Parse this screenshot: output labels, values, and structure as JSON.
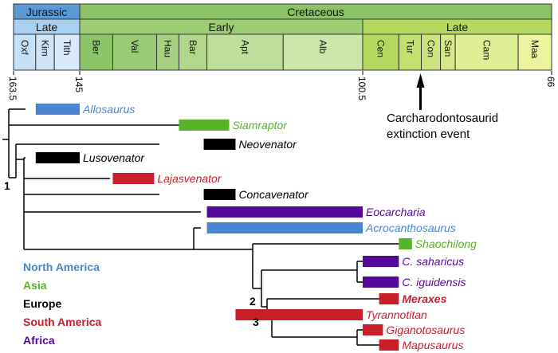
{
  "figure": {
    "time_scale": {
      "unit": "Ma",
      "periods": [
        {
          "label": "Jurassic",
          "start": 163.5,
          "end": 145,
          "color": "#5b9bd5"
        },
        {
          "label": "Cretaceous",
          "start": 145,
          "end": 66,
          "color": "#8cc268"
        }
      ],
      "epochs": [
        {
          "label": "Late",
          "start": 163.5,
          "end": 145,
          "color": "#a9d0f0"
        },
        {
          "label": "Early",
          "start": 145,
          "end": 100.5,
          "color": "#9ccd72"
        },
        {
          "label": "Late",
          "start": 100.5,
          "end": 66,
          "color": "#b5d95e"
        }
      ],
      "stages": [
        {
          "label": "Oxf",
          "start": 163.5,
          "end": 157.3,
          "color": "#c6e0f5"
        },
        {
          "label": "Kim",
          "start": 157.3,
          "end": 152.1,
          "color": "#cfe5f7"
        },
        {
          "label": "Tith",
          "start": 152.1,
          "end": 145,
          "color": "#d9ebfa"
        },
        {
          "label": "Ber",
          "start": 145,
          "end": 139.8,
          "color": "#8cc46a"
        },
        {
          "label": "Val",
          "start": 139.8,
          "end": 132.9,
          "color": "#99cb76"
        },
        {
          "label": "Hau",
          "start": 132.9,
          "end": 129.4,
          "color": "#a6d182"
        },
        {
          "label": "Bar",
          "start": 129.4,
          "end": 125,
          "color": "#b1d78d"
        },
        {
          "label": "Apt",
          "start": 125,
          "end": 113,
          "color": "#bddf9b"
        },
        {
          "label": "Alb",
          "start": 113,
          "end": 100.5,
          "color": "#cce6ab"
        },
        {
          "label": "Cen",
          "start": 100.5,
          "end": 93.9,
          "color": "#b5d95e"
        },
        {
          "label": "Tur",
          "start": 93.9,
          "end": 89.8,
          "color": "#c2df70"
        },
        {
          "label": "Con",
          "start": 89.8,
          "end": 86.3,
          "color": "#cde47e"
        },
        {
          "label": "San",
          "start": 86.3,
          "end": 83.6,
          "color": "#d5e88a"
        },
        {
          "label": "Cam",
          "start": 83.6,
          "end": 72.1,
          "color": "#dfed95"
        },
        {
          "label": "Maa",
          "start": 72.1,
          "end": 66,
          "color": "#eef3a0"
        }
      ],
      "tick_labels": [
        "163.5",
        "145",
        "100.5",
        "66"
      ],
      "tick_values": [
        163.5,
        145,
        100.5,
        66
      ]
    },
    "annotation": {
      "line1": "Carcharodontosaurid",
      "line2": "extinction event",
      "arrow_at_ma": 89.8
    },
    "region_colors": {
      "North America": "#4a86d0",
      "Asia": "#58b22a",
      "Europe": "#000000",
      "South America": "#c8202a",
      "Africa": "#55099a"
    },
    "legend": [
      {
        "label": "North America",
        "region": "North America"
      },
      {
        "label": "Asia",
        "region": "Asia"
      },
      {
        "label": "Europe",
        "region": "Europe"
      },
      {
        "label": "South America",
        "region": "South America"
      },
      {
        "label": "Africa",
        "region": "Africa"
      }
    ],
    "node_labels": [
      "1",
      "2",
      "3"
    ],
    "taxa": [
      {
        "name": "Allosaurus",
        "region": "North America",
        "range_ma": [
          157.3,
          145
        ],
        "bold": false
      },
      {
        "name": "Siamraptor",
        "region": "Asia",
        "range_ma": [
          129.4,
          121.5
        ],
        "bold": false
      },
      {
        "name": "Neovenator",
        "region": "Europe",
        "range_ma": [
          125.5,
          120.5
        ],
        "bold": false
      },
      {
        "name": "Lusovenator",
        "region": "Europe",
        "range_ma": [
          157.3,
          145
        ],
        "bold": false
      },
      {
        "name": "Lajasvenator",
        "region": "South America",
        "range_ma": [
          139.8,
          133.3
        ],
        "bold": false
      },
      {
        "name": "Concavenator",
        "region": "Europe",
        "range_ma": [
          125.5,
          120.5
        ],
        "bold": false
      },
      {
        "name": "Eocarcharia",
        "region": "Africa",
        "range_ma": [
          125,
          100.5
        ],
        "bold": false
      },
      {
        "name": "Acrocanthosaurus",
        "region": "North America",
        "range_ma": [
          125,
          100.5
        ],
        "bold": false
      },
      {
        "name": "Shaochilong",
        "region": "Asia",
        "range_ma": [
          93.9,
          91.5
        ],
        "bold": false
      },
      {
        "name": "C. saharicus",
        "region": "Africa",
        "range_ma": [
          100.5,
          93.9
        ],
        "bold": false
      },
      {
        "name": "C. iguidensis",
        "region": "Africa",
        "range_ma": [
          100.5,
          93.9
        ],
        "bold": false
      },
      {
        "name": "Meraxes",
        "region": "South America",
        "range_ma": [
          97.5,
          93.9
        ],
        "bold": true
      },
      {
        "name": "Tyrannotitan",
        "region": "South America",
        "range_ma": [
          120.5,
          100.5
        ],
        "bold": false
      },
      {
        "name": "Giganotosaurus",
        "region": "South America",
        "range_ma": [
          100.5,
          96.8
        ],
        "bold": false
      },
      {
        "name": "Mapusaurus",
        "region": "South America",
        "range_ma": [
          97.5,
          93.9
        ],
        "bold": false
      }
    ]
  }
}
